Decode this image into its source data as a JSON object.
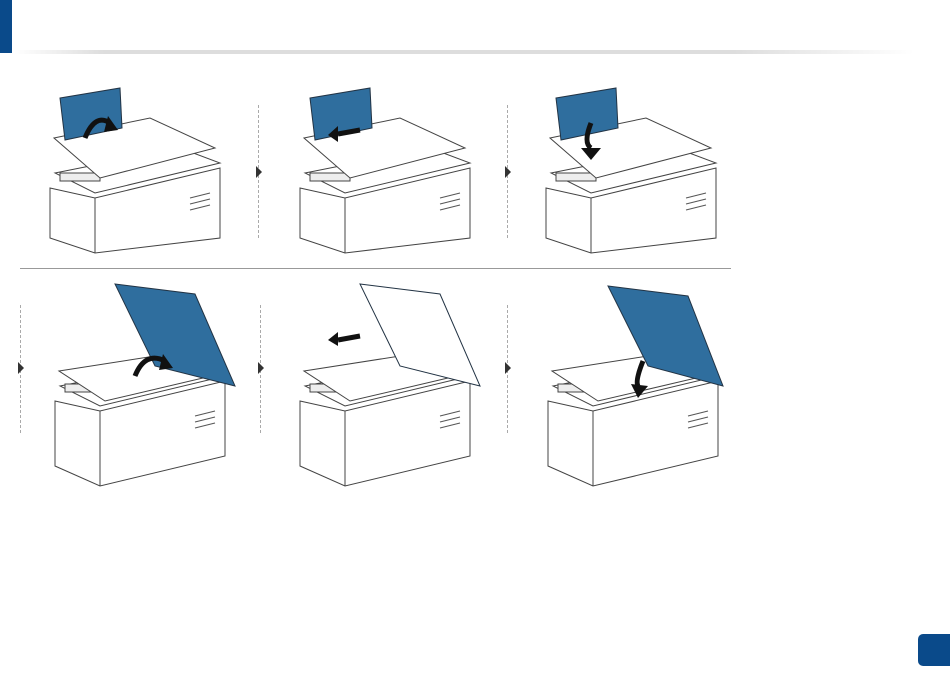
{
  "colors": {
    "accent": "#0a4a8a",
    "illustration_blue": "#2f6e9e"
  },
  "steps": [
    {
      "icon": "open-adf-cover-illustration",
      "arrow": "curved-arrow-open-icon"
    },
    {
      "icon": "remove-jammed-paper-illustration",
      "arrow": "pull-paper-icon"
    },
    {
      "icon": "close-adf-cover-illustration",
      "arrow": "curved-arrow-close-icon"
    },
    {
      "icon": "open-scanner-lid-illustration",
      "arrow": "curved-arrow-open-icon"
    },
    {
      "icon": "remove-paper-from-lid-illustration",
      "arrow": "pull-paper-icon"
    },
    {
      "icon": "close-scanner-lid-illustration",
      "arrow": "curved-arrow-close-icon"
    }
  ]
}
